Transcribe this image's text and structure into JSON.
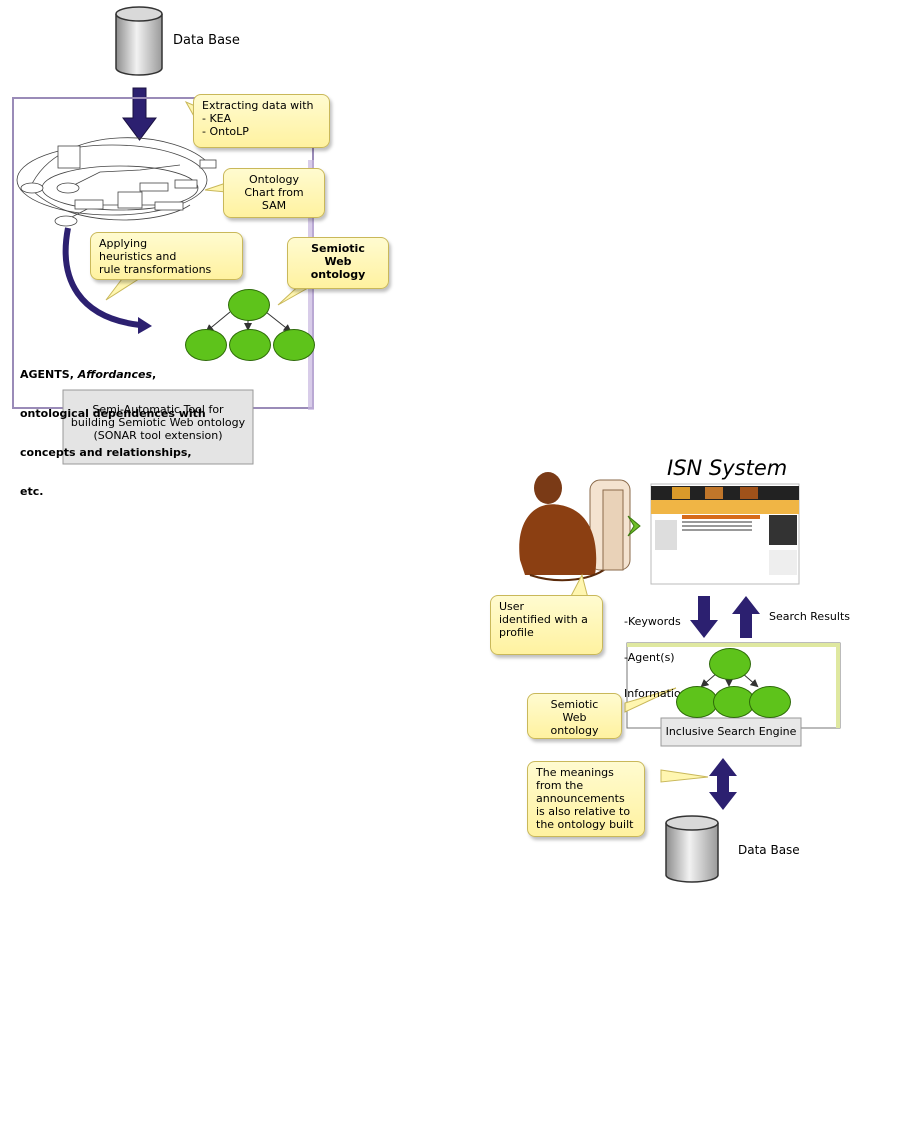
{
  "left_panel": {
    "database_label": "Data Base",
    "callout_extract": [
      "Extracting data with",
      "- KEA",
      "- OntoLP"
    ],
    "callout_chart": [
      "Ontology",
      "Chart from",
      "SAM"
    ],
    "callout_heuristics": [
      "Applying",
      "heuristics and",
      "rule transformations"
    ],
    "callout_semiotic": [
      "Semiotic",
      "Web",
      "ontology"
    ],
    "agents_text": [
      "AGENTS, Affordances,",
      "ontological dependences with",
      "concepts and relationships,",
      "etc."
    ],
    "tool_label": [
      "Semi-Automatic Tool for",
      "building Semiotic Web ontology",
      "(SONAR tool extension)"
    ]
  },
  "right_panel": {
    "system_title": "ISN System",
    "callout_user": [
      "User",
      "identified with a",
      "profile"
    ],
    "keywords_label": [
      "-Keywords",
      "-Agent(s)",
      "Information"
    ],
    "search_results_label": "Search Results",
    "callout_semiotic": [
      "Semiotic",
      "Web",
      "ontology"
    ],
    "engine_label": "Inclusive Search  Engine",
    "callout_meanings": [
      "The meanings",
      "from the",
      "announcements",
      "is also relative to",
      "the ontology  built"
    ],
    "database_label": "Data Base"
  }
}
